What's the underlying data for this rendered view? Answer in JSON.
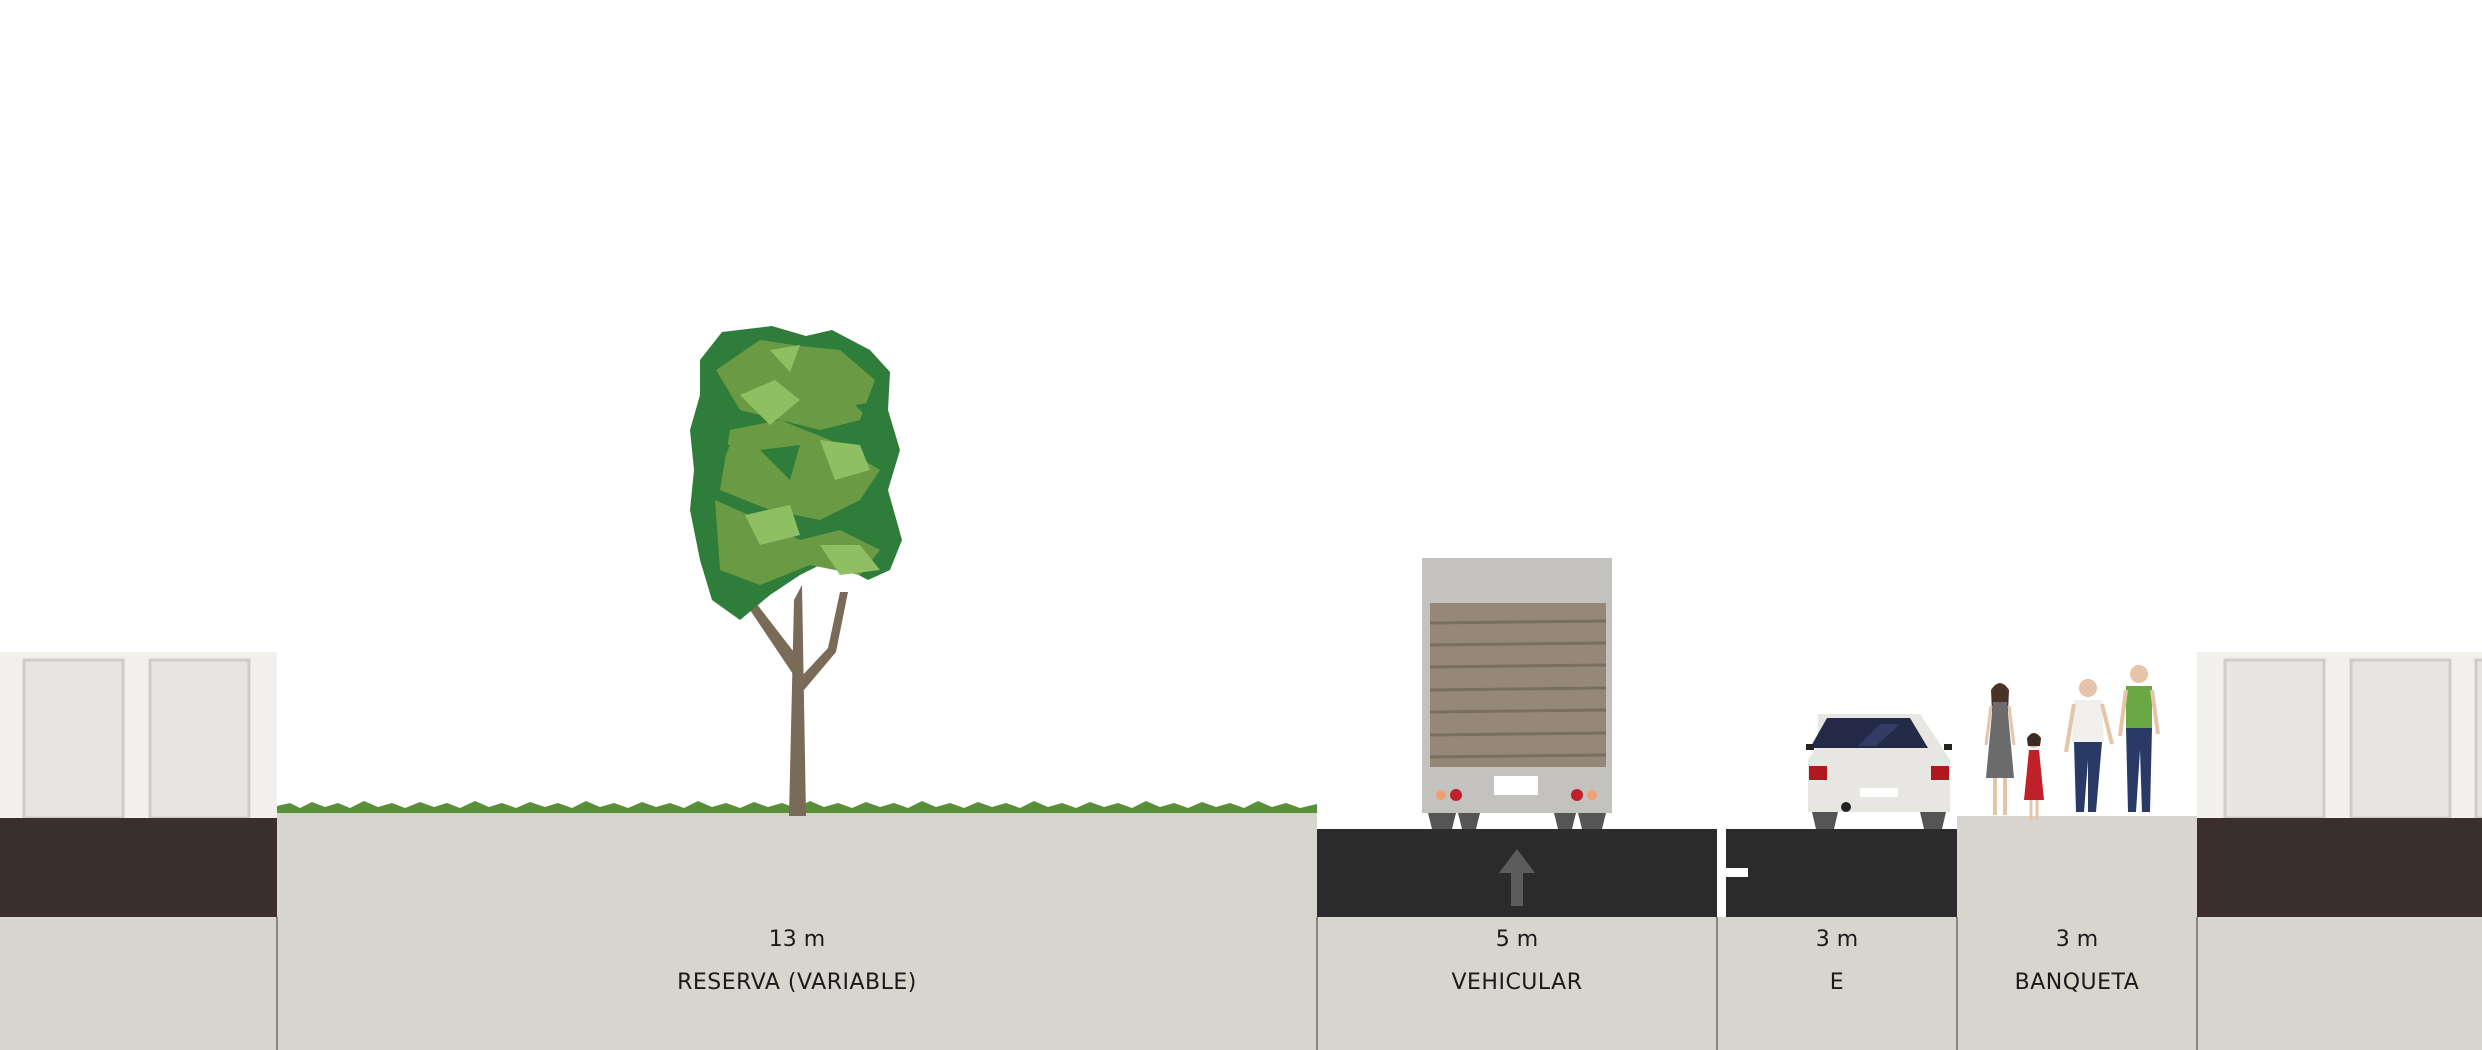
{
  "segments": [
    {
      "width_label": "13 m",
      "name": "RESERVA (VARIABLE)"
    },
    {
      "width_label": "5 m",
      "name": "VEHICULAR"
    },
    {
      "width_label": "3 m",
      "name": "E"
    },
    {
      "width_label": "3 m",
      "name": "BANQUETA"
    }
  ],
  "colors": {
    "background": "#ffffff",
    "ground": "#d8d4ce",
    "asphalt": "#2a2b2a",
    "building_band": "#3a2f2b",
    "building_wall": "#f1f0ec",
    "building_panel": "#e6e5e1",
    "grass": "#5a8f3a",
    "tree_dark": "#2f7d3a",
    "tree_mid": "#6a9a44",
    "tree_light": "#8fbf63",
    "trunk": "#7a6a58",
    "separator": "#8a847c"
  },
  "icons": {
    "lane_arrow": "arrow-up-icon",
    "tree": "tree-icon",
    "truck": "truck-icon",
    "car": "car-icon",
    "pedestrians": "pedestrians-icon"
  }
}
